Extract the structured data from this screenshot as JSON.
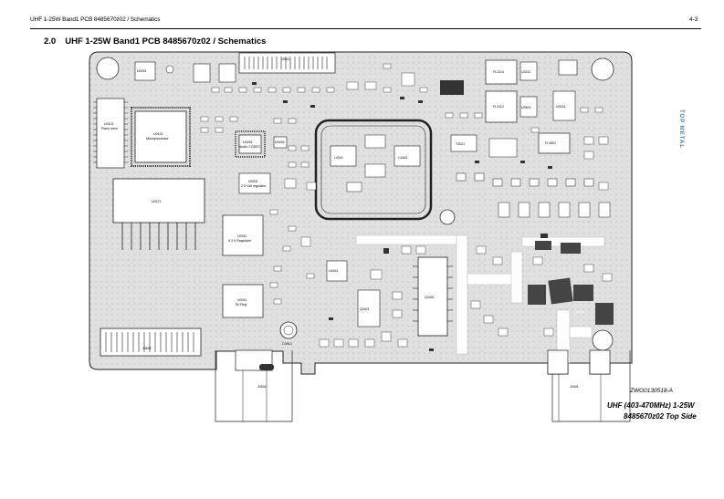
{
  "header": {
    "running_title": "UHF 1-25W Band1 PCB 8485670z02 / Schematics",
    "page_number": "4-3"
  },
  "section": {
    "number": "2.0",
    "title": "UHF 1-25W Band1 PCB 8485670z02 / Schematics"
  },
  "board": {
    "components": {
      "u0251": "U0251",
      "u0121": "U0121",
      "u0121_desc": "Flash mem",
      "u0101": "U0101",
      "u0101_desc": "Microprocessor",
      "u0261": "U0261",
      "u0261_desc": "Audio CODEC",
      "u0262": "U0262",
      "u0271": "U0271",
      "u0201": "U0201",
      "u0201_desc": "2.5 Volt regulator",
      "u0911": "U0911",
      "u0911_desc": "9.3 V Regulator",
      "u0911b": "U0911",
      "u0911b_desc": "5V Reg",
      "j0511": "J0511",
      "j0501": "J0501",
      "j0601": "J0601",
      "j0401": "J0401",
      "fl3114": "FL3114",
      "fl3112": "FL3112",
      "fl3502": "FL3502",
      "u3211": "U3211",
      "u3501": "U3501",
      "u3201": "U3201",
      "l4341": "L4341",
      "l4343": "L4343",
      "u4441": "U4441",
      "q4421": "Q4421",
      "c0913": "C0913",
      "t3021": "T3021",
      "q4401": "Q4401",
      "q4441": "Q4441"
    }
  },
  "side_tab": "TOP METAL",
  "drawing_number": "ZWG0130518-A",
  "caption": {
    "line1": "UHF (403-470MHz) 1-25W",
    "line2": "8485670z02 Top Side"
  }
}
